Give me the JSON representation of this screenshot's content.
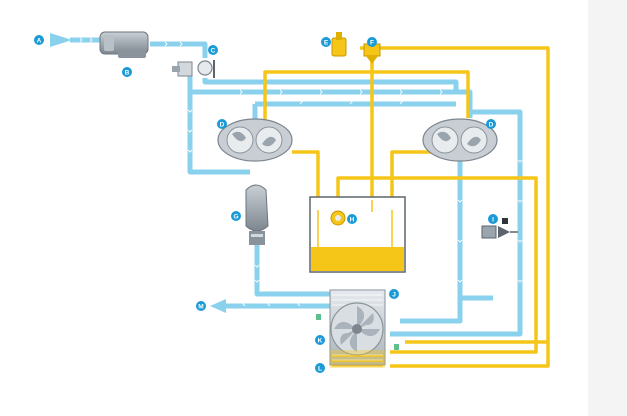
{
  "diagram": {
    "colors": {
      "air": "#8ad1ee",
      "air_dark": "#4fb4e0",
      "oil": "#f5c518",
      "oil_dark": "#e3a800",
      "marker": "#1a9ad6",
      "machine_grey": "#9aa4ad",
      "machine_dark": "#5c656d",
      "background_right": "#f4f4f4"
    },
    "markers": {
      "A": "A",
      "B": "B",
      "C": "C",
      "D_left": "D",
      "D_right": "D",
      "E": "E",
      "F": "F",
      "G": "G",
      "H": "H",
      "I": "I",
      "J": "J",
      "K": "K",
      "L": "L",
      "M": "M"
    }
  }
}
